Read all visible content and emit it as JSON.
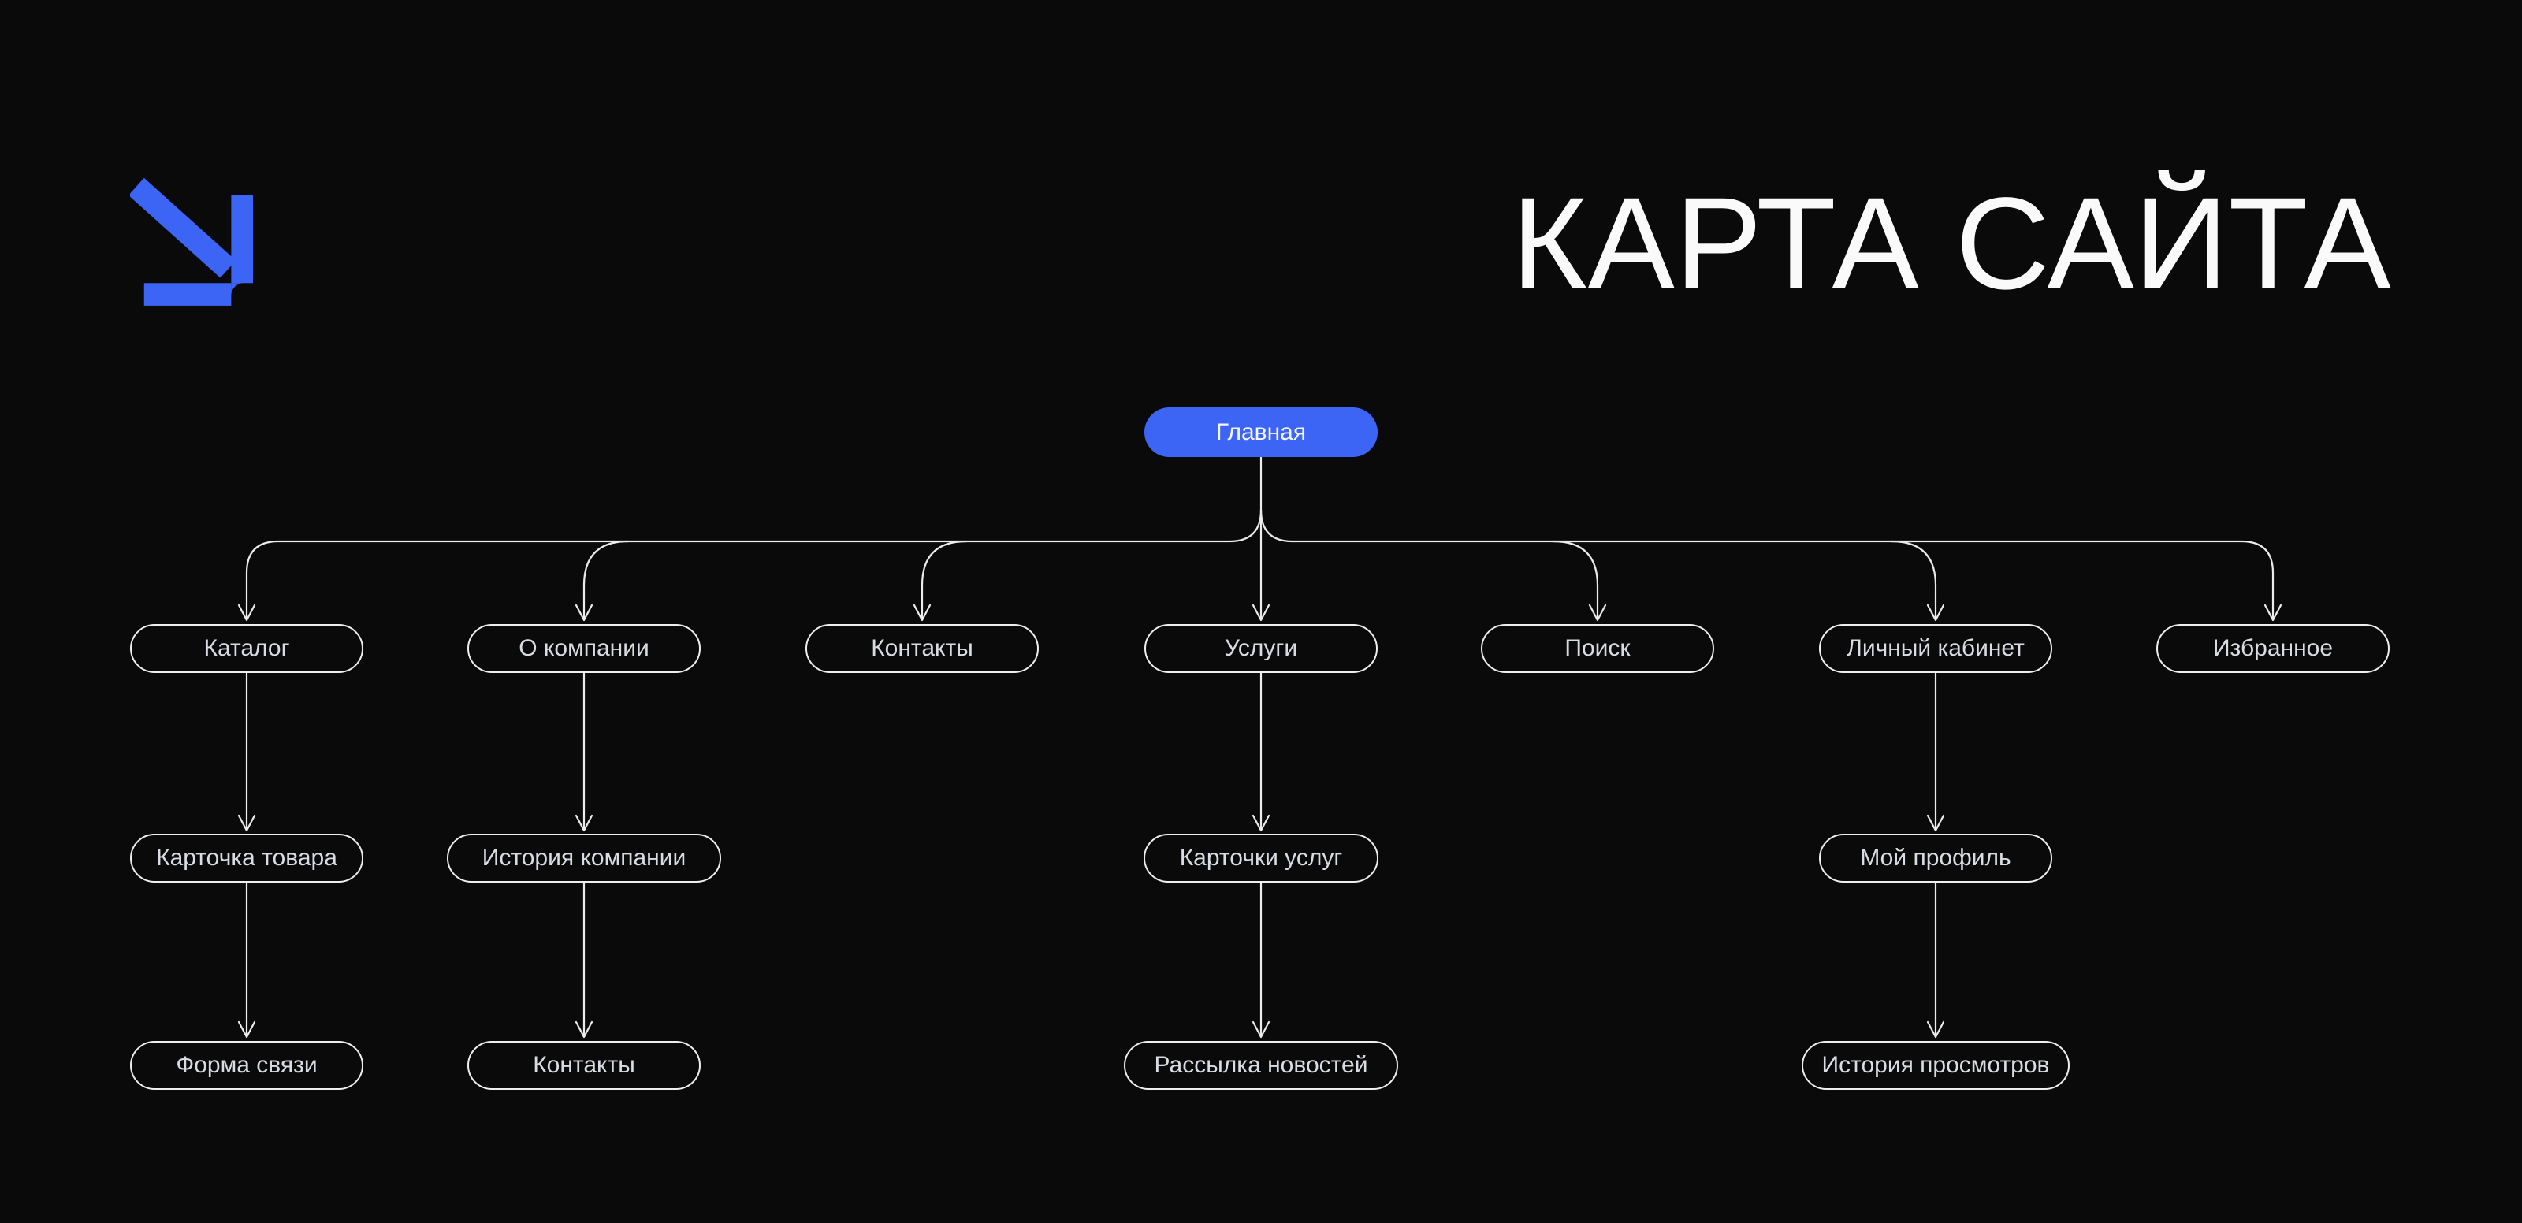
{
  "title": {
    "label": "КАРТА САЙТА"
  },
  "logo": {
    "icon": "arrow-down-right-icon"
  },
  "colors": {
    "background": "#0A0A0B",
    "accent": "#3C64F5",
    "line": "#ECECEC",
    "node_border": "#EFEFEF",
    "node_text": "#D9DDE3",
    "root_text": "#F5F7FF",
    "title_text": "#FAFAFA"
  },
  "sitemap": {
    "root": {
      "label": "Главная"
    },
    "level2": [
      {
        "label": "Каталог"
      },
      {
        "label": "О компании"
      },
      {
        "label": "Контакты"
      },
      {
        "label": "Услуги"
      },
      {
        "label": "Поиск"
      },
      {
        "label": "Личный кабинет"
      },
      {
        "label": "Избранное"
      }
    ],
    "level3": [
      {
        "label": "Карточка товара"
      },
      {
        "label": "История компании"
      },
      {
        "label": "Карточки услуг"
      },
      {
        "label": "Мой профиль"
      }
    ],
    "level4": [
      {
        "label": "Форма связи"
      },
      {
        "label": "Контакты"
      },
      {
        "label": "Рассылка новостей"
      },
      {
        "label": "История просмотров"
      }
    ]
  }
}
